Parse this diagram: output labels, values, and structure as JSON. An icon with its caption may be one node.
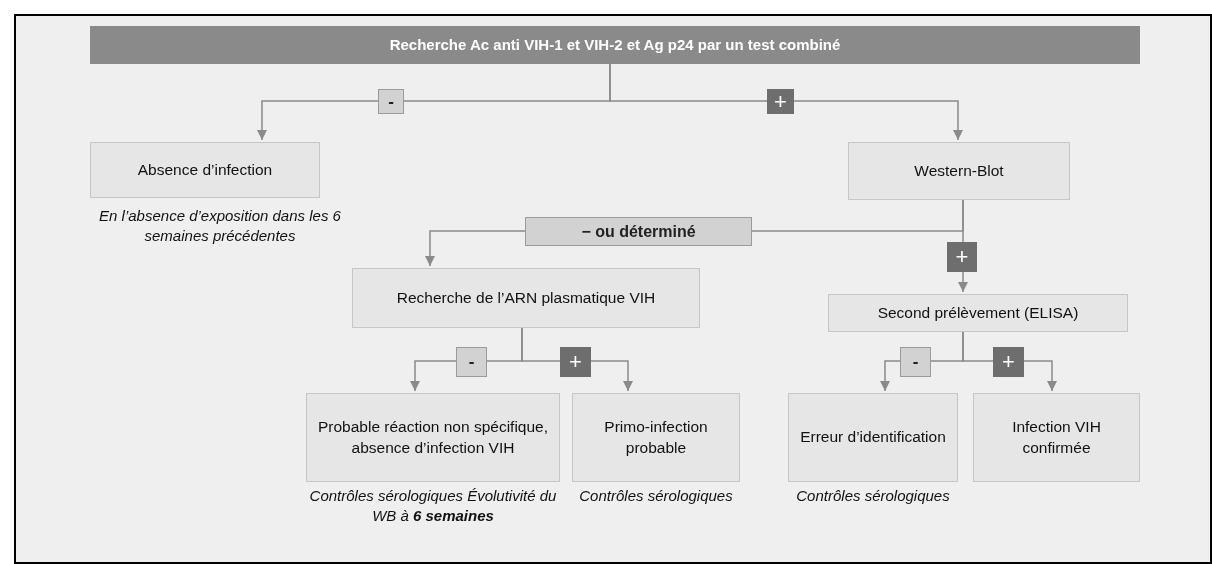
{
  "diagram": {
    "nodes": [
      {
        "text": [
          "Recherche Ac anti VIH-1 et VIH-2 et Ag p24 par un test combiné"
        ]
      },
      {
        "text": [
          "Absence d’infection"
        ],
        "beside": [
          "En l’absence d’exposition dans les 6 semaines précédentes"
        ]
      },
      {
        "text": [
          "Western-Blot"
        ]
      },
      {
        "text": [
          "Recherche de l’ARN plasmatique VIH"
        ]
      },
      {
        "text": [
          "Second prélèvement (ELISA)"
        ]
      },
      {
        "text": [
          "Probable réaction non spécifique, absence d’infection VIH"
        ],
        "beside": [
          "Contrôles sérologiques Évolutivité du WB à **6 semaines**"
        ]
      },
      {
        "text": [
          "Primo-infection probable"
        ],
        "beside": [
          "Contrôles sérologiques"
        ]
      },
      {
        "text": [
          "Erreur d’identification"
        ],
        "beside": [
          "Contrôles sérologiques"
        ]
      },
      {
        "text": [
          "Infection VIH confirmée"
        ]
      }
    ],
    "edges": [
      {
        "from": 0,
        "to": 1,
        "arrow": "to",
        "label": "-"
      },
      {
        "from": 0,
        "to": 2,
        "arrow": "to",
        "label": "+"
      },
      {
        "from": 2,
        "to": 3,
        "arrow": "to",
        "label": "− ou déterminé"
      },
      {
        "from": 2,
        "to": 4,
        "arrow": "to",
        "label": "+"
      },
      {
        "from": 3,
        "to": 5,
        "arrow": "to",
        "label": "-"
      },
      {
        "from": 3,
        "to": 6,
        "arrow": "to",
        "label": "+"
      },
      {
        "from": 4,
        "to": 7,
        "arrow": "to",
        "label": "-"
      },
      {
        "from": 4,
        "to": 8,
        "arrow": "to",
        "label": "+"
      }
    ]
  }
}
